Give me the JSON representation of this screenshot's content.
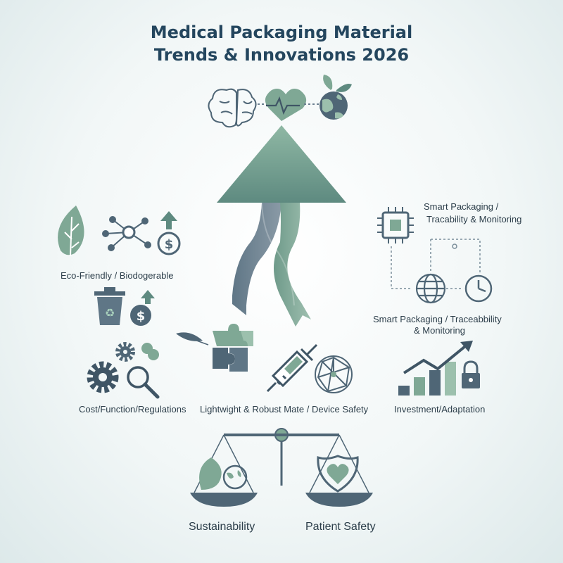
{
  "title": {
    "line1": "Medical Packaging Material",
    "line2": "Trends & Innovations 2026"
  },
  "labels": {
    "eco": "Eco-Friendly / Biodogerable",
    "cost": "Cost/Function/Regulations",
    "lightweight": "Lightwight & Robust Mate / Device Safety",
    "smart_top_line1": "Smart Packaging /",
    "smart_top_line2": "Tracability & Monitoring",
    "smart_mid_line1": "Smart Packaging / Traceabbility",
    "smart_mid_line2": "& Monitoring",
    "investment": "Investment/Adaptation",
    "sustainability": "Sustainability",
    "patient_safety": "Patient Safety"
  },
  "icons": [
    "brain-icon",
    "heart-pulse-icon",
    "globe-leaf-icon",
    "up-arrow-icon",
    "leaf-icon",
    "network-nodes-icon",
    "dollar-up-icon",
    "recycle-bin-icon",
    "dollar-up-small-icon",
    "gears-icon",
    "magnifier-icon",
    "feather-icon",
    "puzzle-icon",
    "syringe-icon",
    "mesh-sphere-icon",
    "chip-icon",
    "globe-icon",
    "clock-icon",
    "growth-chart-icon",
    "lock-icon",
    "balance-scale-icon",
    "leaf-globe-icon",
    "shield-heart-icon"
  ],
  "colors": {
    "teal": "#7fa895",
    "slate": "#4f6676",
    "dark": "#3f5565",
    "title": "#24465e"
  }
}
